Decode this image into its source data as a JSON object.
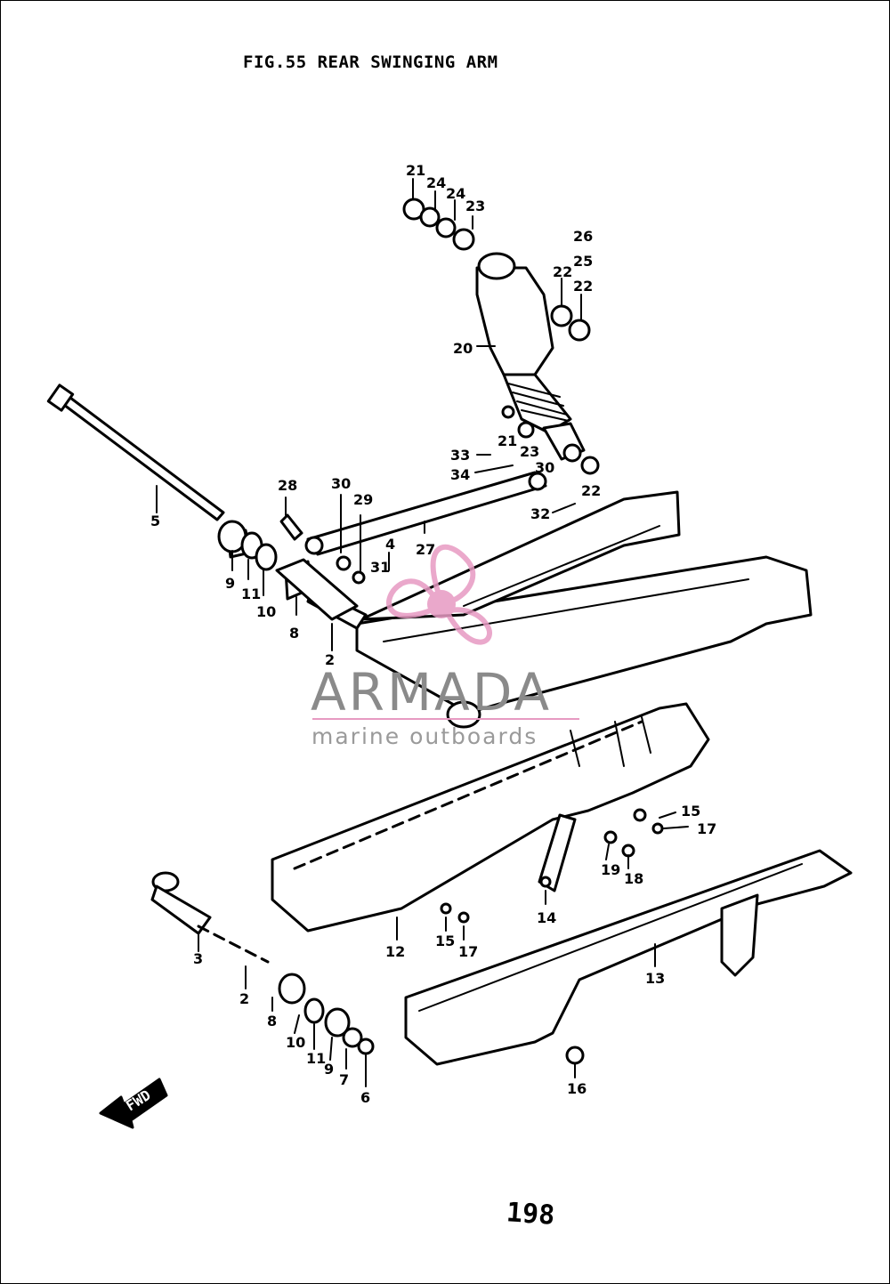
{
  "figure": {
    "title": "FIG.55  REAR SWINGING ARM",
    "page_number": "198",
    "direction_marker": "FWD"
  },
  "watermark": {
    "brand": "ARMADA",
    "tagline": "marine outboards",
    "accent_color": "#e79ac2",
    "text_color": "#8a8a8a"
  },
  "callouts": {
    "c21a": "21",
    "c24a": "24",
    "c24b": "24",
    "c23a": "23",
    "c26": "26",
    "c25": "25",
    "c22a": "22",
    "c22b": "22",
    "c20": "20",
    "c21b": "21",
    "c23b": "23",
    "c33": "33",
    "c34": "34",
    "c30a": "30",
    "c22c": "22",
    "c32": "32",
    "c28": "28",
    "c30b": "30",
    "c29": "29",
    "c4": "4",
    "c31": "31",
    "c27": "27",
    "c5": "5",
    "c9a": "9",
    "c11a": "11",
    "c10a": "10",
    "c8a": "8",
    "c2a": "2",
    "c15a": "15",
    "c17a": "17",
    "c19": "19",
    "c18": "18",
    "c12": "12",
    "c15b": "15",
    "c17b": "17",
    "c14": "14",
    "c13": "13",
    "c16": "16",
    "c3": "3",
    "c2b": "2",
    "c8b": "8",
    "c10b": "10",
    "c11b": "11",
    "c9b": "9",
    "c7": "7",
    "c6": "6"
  }
}
